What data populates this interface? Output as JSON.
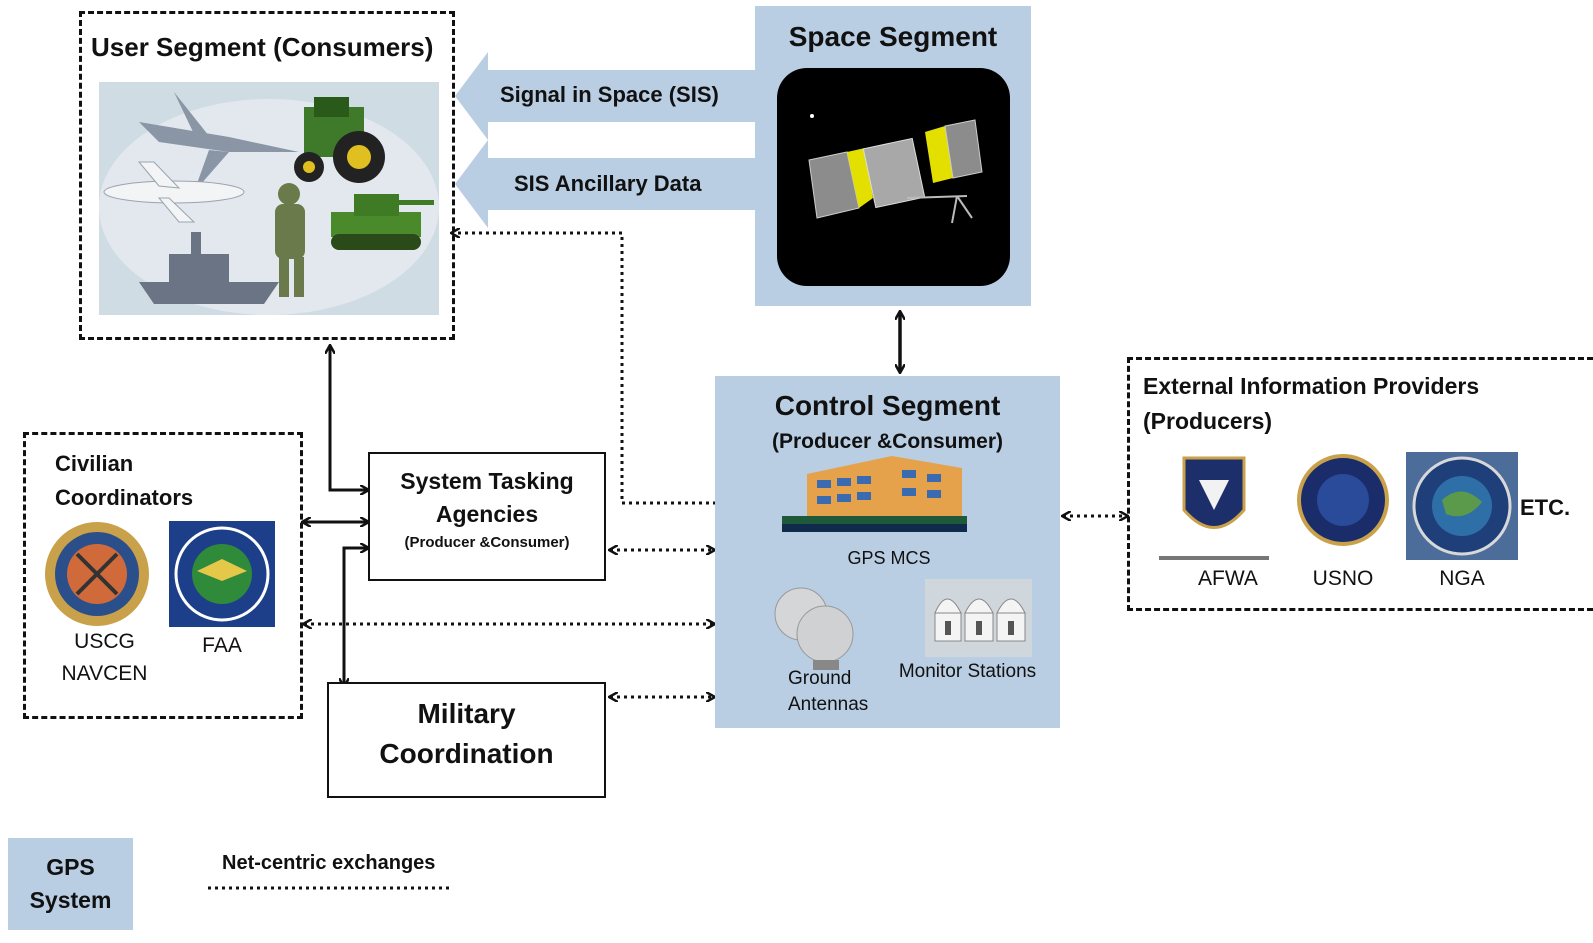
{
  "user_segment": {
    "title": "User Segment (Consumers)"
  },
  "space_segment": {
    "title": "Space Segment"
  },
  "signals": {
    "sis": "Signal in Space (SIS)",
    "ancillary": "SIS Ancillary Data"
  },
  "civilian": {
    "title_line1": "Civilian",
    "title_line2": "Coordinators",
    "uscg_line1": "USCG",
    "uscg_line2": "NAVCEN",
    "faa": "FAA"
  },
  "tasking": {
    "line1": "System Tasking",
    "line2": "Agencies",
    "sub": "(Producer &Consumer)"
  },
  "military": {
    "line1": "Military",
    "line2": "Coordination"
  },
  "control": {
    "title": "Control Segment",
    "sub": "(Producer &Consumer)",
    "mcs": "GPS MCS",
    "antennas_line1": "Ground",
    "antennas_line2": "Antennas",
    "stations": "Monitor Stations"
  },
  "external": {
    "title_line1": "External Information Providers",
    "title_line2": "(Producers)",
    "afwa": "AFWA",
    "usno": "USNO",
    "nga": "NGA",
    "etc": "ETC."
  },
  "legend": {
    "gps_line1": "GPS",
    "gps_line2": "System",
    "netcentric": "Net-centric exchanges"
  },
  "colors": {
    "segment_fill": "#b9cde3",
    "arrow_fill": "#b9cde3",
    "line": "#111111"
  }
}
